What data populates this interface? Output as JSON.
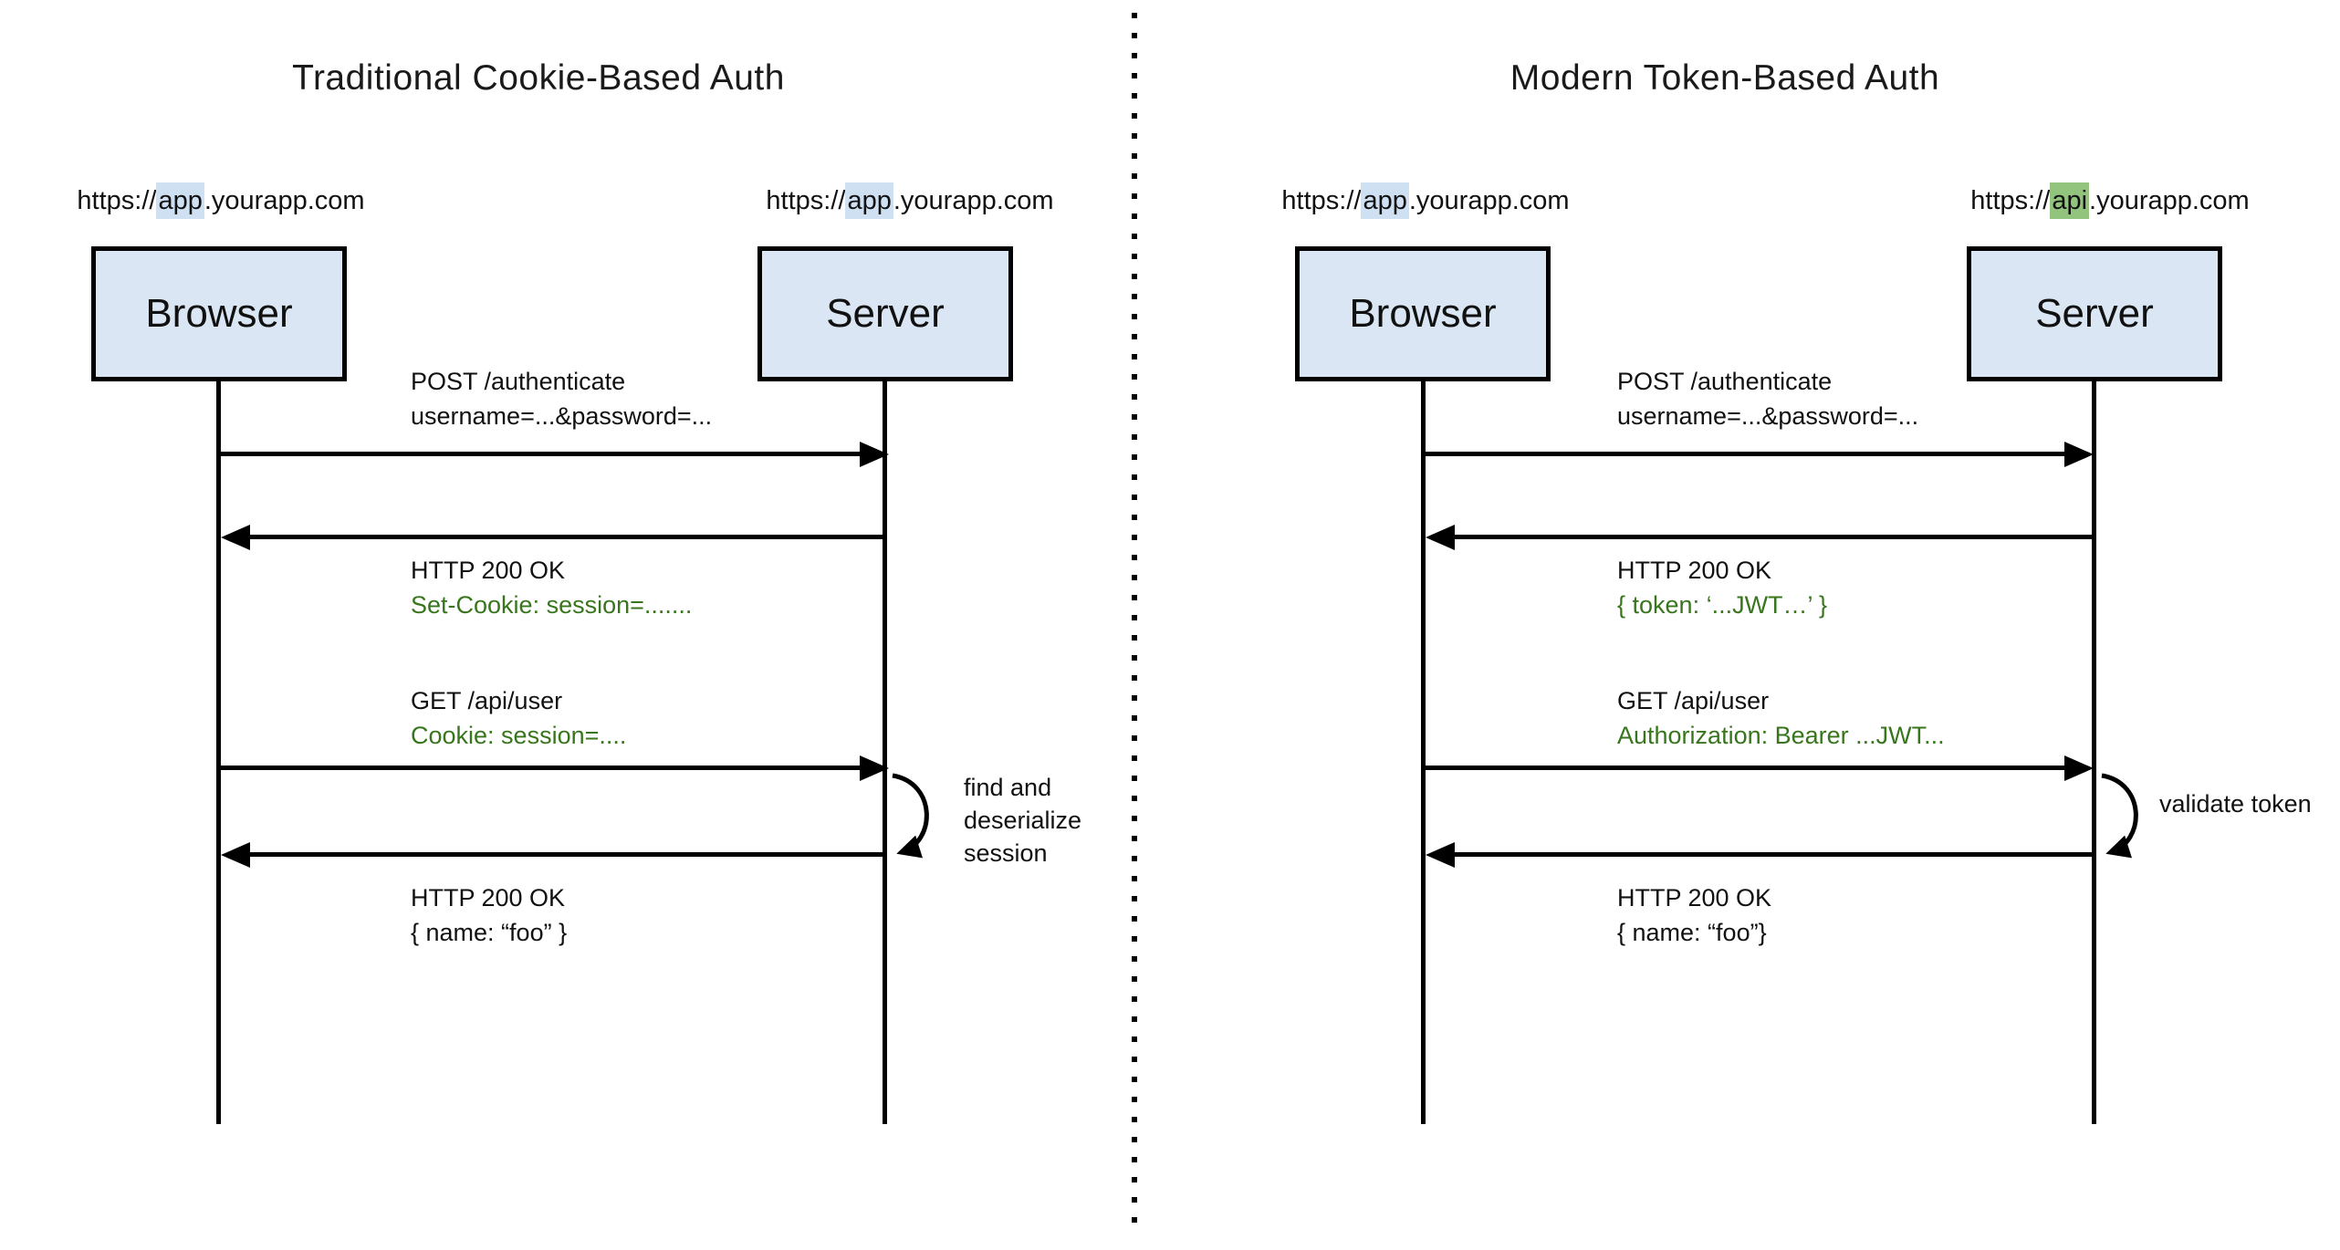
{
  "colors": {
    "green_text": "#38761d",
    "blue_highlight": "#cfe0f3",
    "green_highlight": "#93c47d",
    "actor_box_fill": "#dae6f3",
    "line_color": "#000000"
  },
  "left": {
    "title": "Traditional Cookie-Based Auth",
    "browser_url": {
      "prefix": "https://",
      "highlight": "app",
      "suffix": ".yourapp.com"
    },
    "server_url": {
      "prefix": "https://",
      "highlight": "app",
      "suffix": ".yourapp.com"
    },
    "browser_label": "Browser",
    "server_label": "Server",
    "messages": [
      {
        "line1": "POST /authenticate",
        "line2": "username=...&password=..."
      },
      {
        "line1": "HTTP 200 OK",
        "line2": "Set-Cookie: session=......."
      },
      {
        "line1": "GET /api/user",
        "line2": "Cookie: session=...."
      },
      {
        "line1": "HTTP 200 OK",
        "line2": "{ name: “foo” }"
      }
    ],
    "loop_annotation": {
      "line1": "find and",
      "line2": "deserialize",
      "line3": "session"
    }
  },
  "right": {
    "title": "Modern Token-Based Auth",
    "browser_url": {
      "prefix": "https://",
      "highlight": "app",
      "suffix": ".yourapp.com"
    },
    "server_url": {
      "prefix": "https://",
      "highlight": "api",
      "suffix": ".yourapp.com"
    },
    "browser_label": "Browser",
    "server_label": "Server",
    "messages": [
      {
        "line1": "POST /authenticate",
        "line2": "username=...&password=..."
      },
      {
        "line1": "HTTP 200 OK",
        "line2": "{ token: ‘...JWT…’ }"
      },
      {
        "line1": "GET /api/user",
        "line2": "Authorization: Bearer ...JWT..."
      },
      {
        "line1": "HTTP 200 OK",
        "line2": "{ name: “foo”}"
      }
    ],
    "loop_annotation": {
      "line1": "validate token"
    }
  }
}
